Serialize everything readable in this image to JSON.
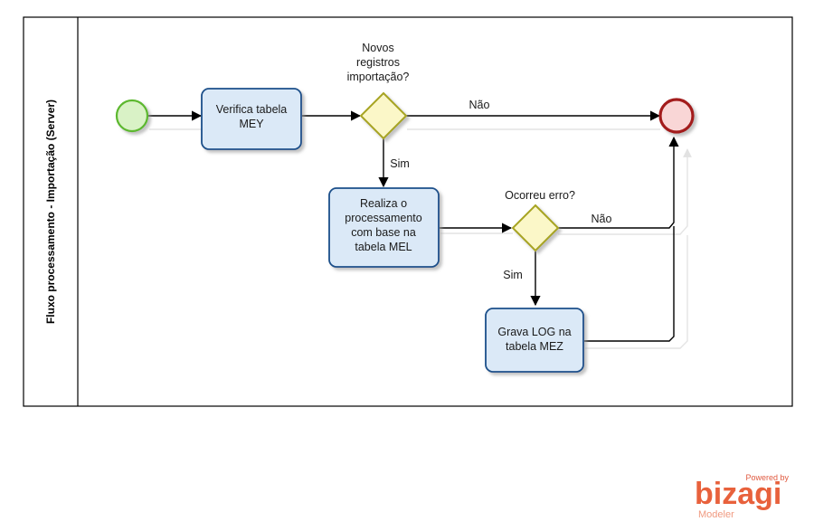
{
  "pool": {
    "lane_title": "Fluxo processamento - Importação (Server)"
  },
  "tasks": {
    "verifica": [
      "Verifica tabela",
      "MEY"
    ],
    "realiza": [
      "Realiza o",
      "processamento",
      "com base na",
      "tabela MEL"
    ],
    "grava": [
      "Grava LOG na",
      "tabela MEZ"
    ]
  },
  "gateways": {
    "novos": [
      "Novos",
      "registros",
      "importação?"
    ],
    "erro": [
      "Ocorreu erro?"
    ]
  },
  "flow_labels": {
    "nao_1": "Não",
    "sim_1": "Sim",
    "nao_2": "Não",
    "sim_2": "Sim"
  },
  "branding": {
    "powered": "Powered by",
    "name": "bizagi",
    "product": "Modeler",
    "accent_color": "#e8613c"
  },
  "colors": {
    "start_event_fill": "#d9f2c6",
    "start_event_stroke": "#5cb82e",
    "end_event_fill": "#f9d6d6",
    "end_event_stroke": "#a31b1b",
    "gateway_fill": "#fbf7c8",
    "gateway_stroke": "#a7a422",
    "task_fill": "#dbe9f7",
    "task_stroke": "#1a4f8a"
  }
}
